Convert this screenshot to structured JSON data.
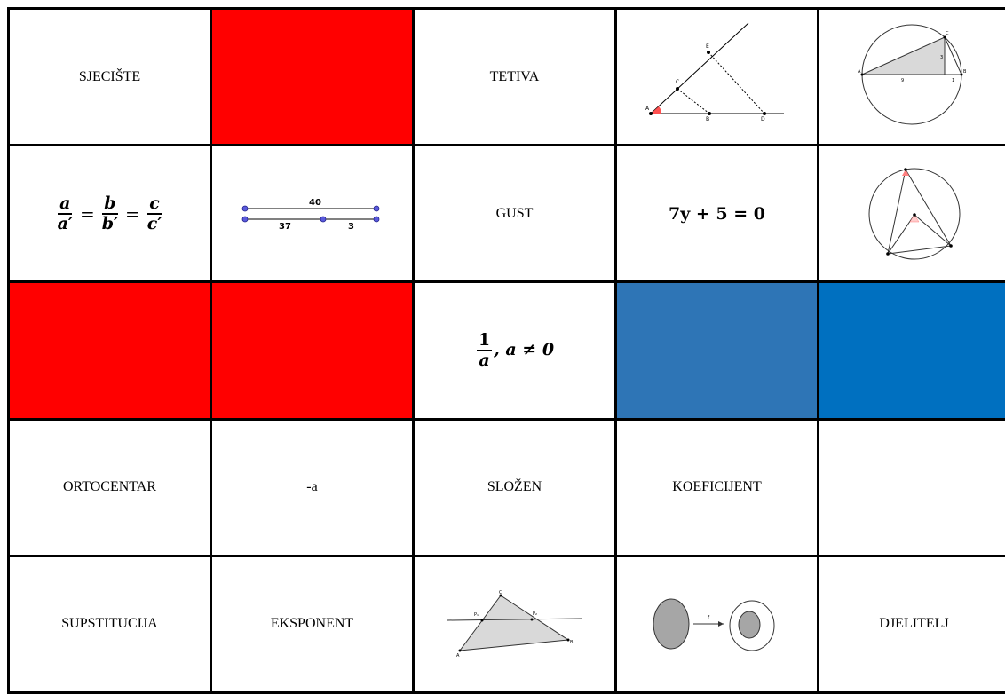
{
  "cells": {
    "r1c1": "SJECIŠTE",
    "r1c3": "TETIVA",
    "r2c3": "GUST",
    "r4c1": "ORTOCENTAR",
    "r4c2": "-a",
    "r4c3": "SLOŽEN",
    "r4c4": "KOEFICIJENT",
    "r5c1": "SUPSTITUCIJA",
    "r5c2": "EKSPONENT",
    "r5c5": "DJELITELJ"
  },
  "math": {
    "ratio_a": "a",
    "ratio_a_prime": "a′",
    "ratio_b": "b",
    "ratio_b_prime": "b′",
    "ratio_c": "c",
    "ratio_c_prime": "c′",
    "equation": "7y + 5 = 0",
    "recip_num": "1",
    "recip_den": "a",
    "recip_cond": ", a ≠ 0"
  },
  "figures": {
    "segments": {
      "top_label": "40",
      "left_label": "37",
      "right_label": "3"
    },
    "thales": {
      "point_A": "A",
      "point_B": "B",
      "point_C": "C",
      "point_D": "D",
      "point_E": "E"
    },
    "circle_right": {
      "point_A": "A",
      "point_B": "B",
      "point_C": "C",
      "label_9": "9",
      "label_1": "1",
      "label_3": "3"
    },
    "triangle_line": {
      "point_A": "A",
      "point_B": "B",
      "point_C": "C",
      "point_P1": "P₁",
      "point_P2": "P₂"
    },
    "map_arrow": {
      "label": "f"
    }
  },
  "colors": {
    "red": "#ff0000",
    "blue1": "#2e75b6",
    "blue2": "#0070c0"
  }
}
